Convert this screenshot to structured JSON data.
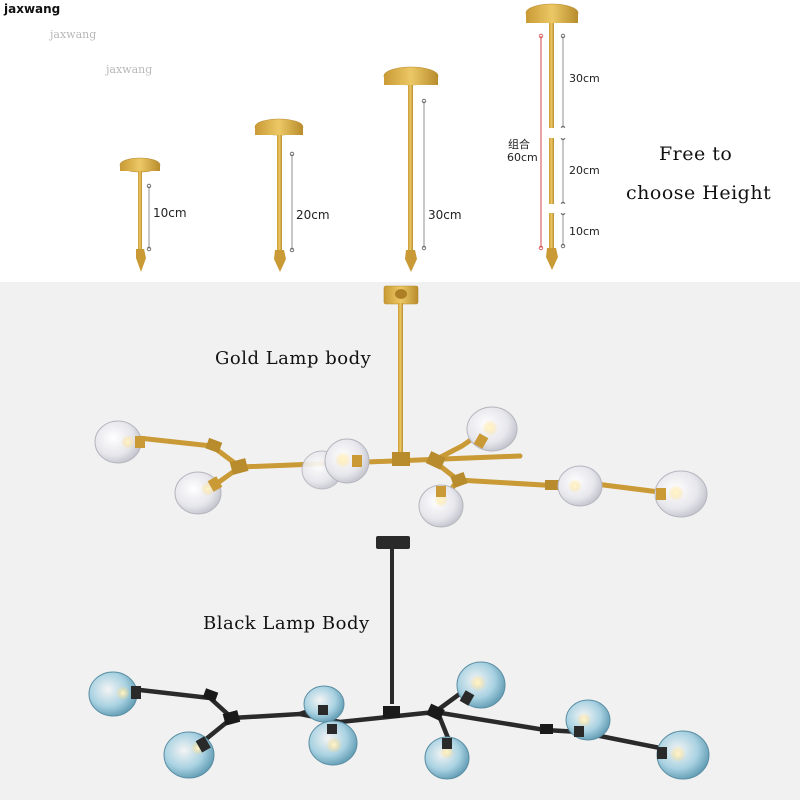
{
  "watermarks": {
    "brand": "jaxwang",
    "mark1": "jaxwang",
    "mark2": "jaxwang"
  },
  "rods": {
    "rod10_label": "10cm",
    "rod20_label": "20cm",
    "rod30_label": "30cm",
    "combo_top_label": "30cm",
    "combo_mid_label": "20cm",
    "combo_bottom_label": "10cm",
    "combo_total_label_line1": "组合",
    "combo_total_label_line2": "60cm"
  },
  "headline": {
    "line1": "Free to",
    "line2": "choose Height"
  },
  "products": {
    "gold_label": "Gold Lamp body",
    "black_label": "Black Lamp Body"
  },
  "colors": {
    "gold": "#d8ad48",
    "gold_dark": "#b88c2c",
    "black": "#2a2a2a",
    "glass_clear": "#e9e9ee",
    "glass_blue": "#8fc3d8",
    "bulb_glow": "#ffe9a8"
  }
}
